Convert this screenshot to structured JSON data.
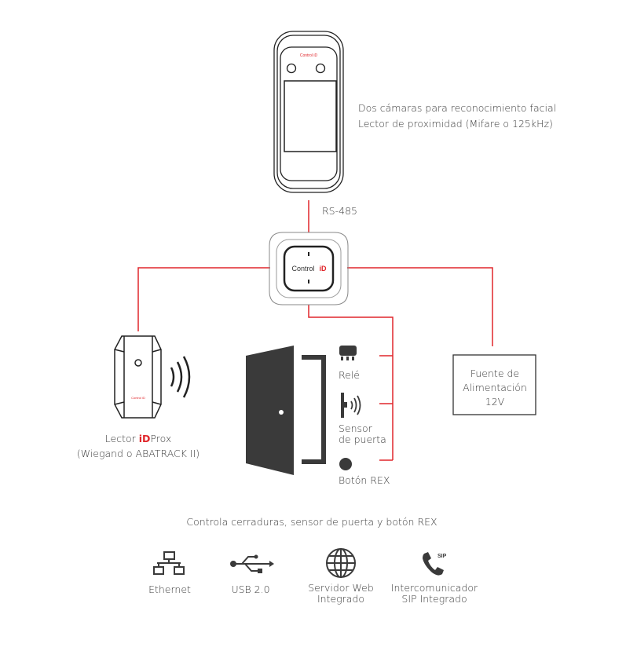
{
  "colors": {
    "wire": "#e0262b",
    "device": "#222222",
    "door": "#3a3a3a",
    "text": "#3a3a3a"
  },
  "terminal": {
    "logo": "Control iD",
    "features": [
      "Dos cámaras para reconocimiento facial",
      "Lector de proximidad (Mifare o 125kHz)"
    ]
  },
  "link_label": "RS-485",
  "controller": {
    "logo_text": "Control",
    "logo_accent": "iD"
  },
  "reader": {
    "logo": "Control iD",
    "label_prefix": "Lector ",
    "label_brand": "iD",
    "label_suffix": "Prox",
    "label_sub": "(Wiegand o ABATRACK II)"
  },
  "power": {
    "lines": [
      "Fuente de",
      "Alimentación",
      "12V"
    ]
  },
  "door_devices": {
    "relay": "Relé",
    "sensor": [
      "Sensor",
      "de puerta"
    ],
    "rex": "Botón REX"
  },
  "caption": "Controla cerraduras, sensor de puerta y botón REX",
  "features": [
    {
      "icon": "ethernet-icon",
      "lines": [
        "Ethernet"
      ]
    },
    {
      "icon": "usb-icon",
      "lines": [
        "USB 2.0"
      ]
    },
    {
      "icon": "globe-icon",
      "lines": [
        "Servidor Web",
        "Integrado"
      ]
    },
    {
      "icon": "sip-phone-icon",
      "lines": [
        "Intercomunicador",
        "SIP Integrado"
      ],
      "badge": "SIP"
    }
  ]
}
